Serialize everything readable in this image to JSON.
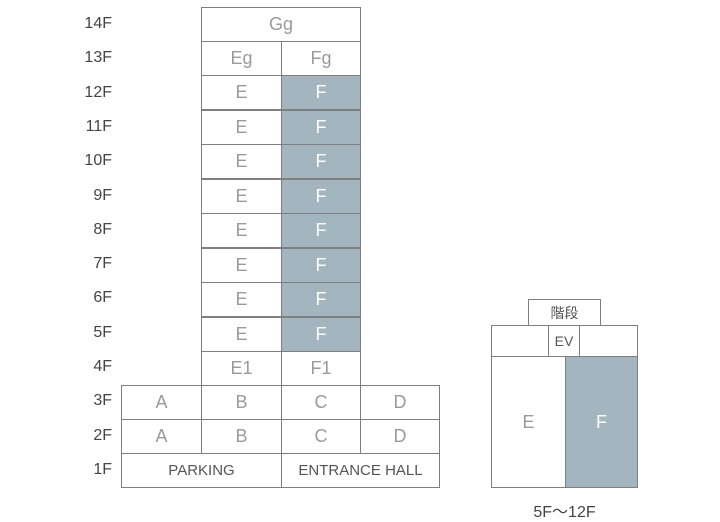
{
  "floors": [
    "14F",
    "13F",
    "12F",
    "11F",
    "10F",
    "9F",
    "8F",
    "7F",
    "6F",
    "5F",
    "4F",
    "3F",
    "2F",
    "1F"
  ],
  "row14": {
    "gg": "Gg"
  },
  "row13": {
    "eg": "Eg",
    "fg": "Fg"
  },
  "mid_rows": [
    {
      "floor": "12F",
      "e": "E",
      "f": "F"
    },
    {
      "floor": "11F",
      "e": "E",
      "f": "F"
    },
    {
      "floor": "10F",
      "e": "E",
      "f": "F"
    },
    {
      "floor": "9F",
      "e": "E",
      "f": "F"
    },
    {
      "floor": "8F",
      "e": "E",
      "f": "F"
    },
    {
      "floor": "7F",
      "e": "E",
      "f": "F"
    },
    {
      "floor": "6F",
      "e": "E",
      "f": "F"
    },
    {
      "floor": "5F",
      "e": "E",
      "f": "F"
    }
  ],
  "row4": {
    "e1": "E1",
    "f1": "F1"
  },
  "row3": {
    "a": "A",
    "b": "B",
    "c": "C",
    "d": "D"
  },
  "row2": {
    "a": "A",
    "b": "B",
    "c": "C",
    "d": "D"
  },
  "row1": {
    "parking": "PARKING",
    "entrance": "ENTRANCE HALL"
  },
  "plan": {
    "stairs": "階段",
    "ev": "EV",
    "e": "E",
    "f": "F",
    "caption": "5F〜12F"
  },
  "colors": {
    "highlight": "#a3b5be",
    "border": "#7f7f7f"
  }
}
